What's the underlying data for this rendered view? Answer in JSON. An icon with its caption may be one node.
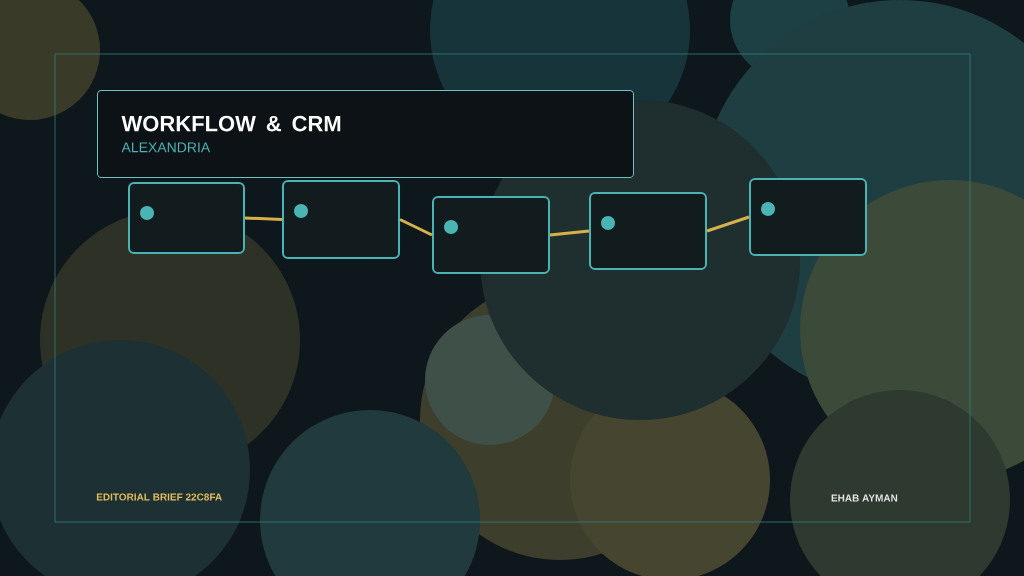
{
  "diagram": {
    "nodes": [
      {
        "text": [
          "WORKFLOW & CRM",
          "ALEXANDRIA"
        ]
      },
      {
        "text": [],
        "shape": "box"
      },
      {
        "text": [],
        "shape": "box"
      },
      {
        "text": [],
        "shape": "box"
      },
      {
        "text": [],
        "shape": "box"
      },
      {
        "text": [],
        "shape": "box"
      }
    ],
    "edges": [
      {
        "from": 1,
        "to": 2,
        "arrow": "none",
        "color": "#d8b04a"
      },
      {
        "from": 2,
        "to": 3,
        "arrow": "none",
        "color": "#d8b04a"
      },
      {
        "from": 3,
        "to": 4,
        "arrow": "none",
        "color": "#d8b04a"
      },
      {
        "from": 4,
        "to": 5,
        "arrow": "none",
        "color": "#d8b04a"
      }
    ],
    "labels": [
      "EDITORIAL BRIEF  22C8FA",
      "EHAB AYMAN"
    ]
  }
}
